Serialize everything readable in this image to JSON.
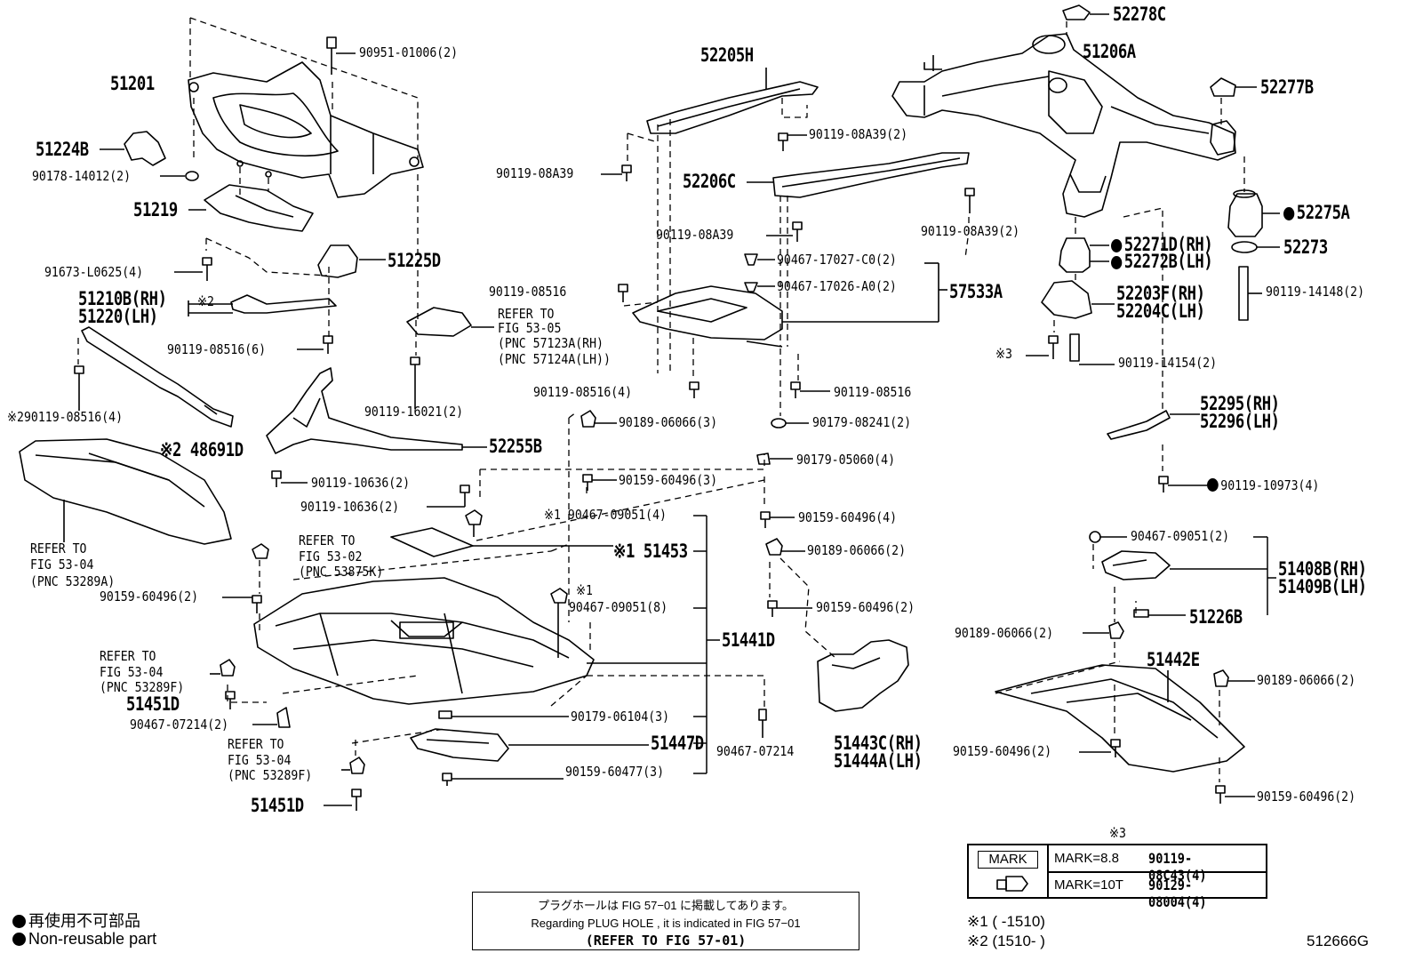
{
  "labels": {
    "p51201": "51201",
    "p90951": "90951-01006(2)",
    "p51224B": "51224B",
    "p90178": "90178-14012(2)",
    "p51219": "51219",
    "p91673": "91673-L0625(4)",
    "p51225D": "51225D",
    "p51210B": "51210B(RH)",
    "p51220": "51220(LH)",
    "p_x2a": "※2",
    "p90119_08516_6": "90119-08516(6)",
    "p_refer_5305a": "REFER TO",
    "p_refer_5305b": "FIG 53-05",
    "p_refer_5305c": "(PNC 57123A(RH)",
    "p_refer_5305d": "(PNC 57124A(LH))",
    "p90119_16021": "90119-16021(2)",
    "p_x2_90119": "※290119-08516(4)",
    "p48691D": "※2 48691D",
    "p52255B": "52255B",
    "p90119_10636a": "90119-10636(2)",
    "p90119_10636b": "90119-10636(2)",
    "p_refer_5304a_1": "REFER TO",
    "p_refer_5304a_2": "FIG 53-04",
    "p_refer_5304a_3": "(PNC 53289A)",
    "p_refer_5302_1": "REFER TO",
    "p_refer_5302_2": "FIG 53-02",
    "p_refer_5302_3": "(PNC 53875K)",
    "p90159_60496_2a": "90159-60496(2)",
    "p_refer_5304f_1": "REFER TO",
    "p_refer_5304f_2": "FIG 53-04",
    "p_refer_5304f_3": "(PNC 53289F)",
    "p51451D_a": "51451D",
    "p90467_07214_2": "90467-07214(2)",
    "p_refer_5304f2_1": "REFER TO",
    "p_refer_5304f2_2": "FIG 53-04",
    "p_refer_5304f2_3": "(PNC 53289F)",
    "p51451D_b": "51451D",
    "p52205H": "52205H",
    "p90119_08A39_2a": "90119-08A39(2)",
    "p90119_08A39": "90119-08A39",
    "p52206C": "52206C",
    "p90119_08A39_2b": "90119-08A39(2)",
    "p90119_08A39_c": "90119-08A39",
    "p90467_17027": "90467-17027-C0(2)",
    "p90467_17026": "90467-17026-A0(2)",
    "p57533A": "57533A",
    "p90119_08516_left": "90119-08516",
    "p90119_08516_4": "90119-08516(4)",
    "p90119_08516_right": "90119-08516",
    "p90189_06066_3": "90189-06066(3)",
    "p90179_08241": "90179-08241(2)",
    "p90159_60496_3": "90159-60496(3)",
    "p90179_05060": "90179-05060(4)",
    "p90159_60496_4": "90159-60496(4)",
    "p_x1_90467_4": "※1 90467-09051(4)",
    "p_x1_51453": "※1 51453",
    "p90189_06066_2a": "90189-06066(2)",
    "p_x1_small": "※1",
    "p90467_09051_8": "90467-09051(8)",
    "p90159_60496_2b": "90159-60496(2)",
    "p51441D": "51441D",
    "p90179_06104": "90179-06104(3)",
    "p51447D": "51447D",
    "p90467_07214": "90467-07214",
    "p90159_60477": "90159-60477(3)",
    "p51443C": "51443C(RH)",
    "p51444A": "51444A(LH)",
    "p52278C": "52278C",
    "p51206A": "51206A",
    "p52277B": "52277B",
    "p52275A": "52275A",
    "p52271D": "52271D(RH)",
    "p52272B": "52272B(LH)",
    "p52273": "52273",
    "p52203F": "52203F(RH)",
    "p52204C": "52204C(LH)",
    "p90119_14148": "90119-14148(2)",
    "p_x3": "※3",
    "p90119_14154": "90119-14154(2)",
    "p52295": "52295(RH)",
    "p52296": "52296(LH)",
    "p90119_10973": "90119-10973(4)",
    "p90467_09051_2": "90467-09051(2)",
    "p51408B": "51408B(RH)",
    "p51409B": "51409B(LH)",
    "p51226B": "51226B",
    "p90189_06066_2b": "90189-06066(2)",
    "p51442E": "51442E",
    "p90189_06066_2c": "90189-06066(2)",
    "p90159_60496_2c": "90159-60496(2)",
    "p90159_60496_2d": "90159-60496(2)"
  },
  "mark_table": {
    "note": "※3",
    "header": "MARK",
    "row1_mark": "MARK=8.8",
    "row1_part": "90119-08C43(4)",
    "row2_mark": "MARK=10T",
    "row2_part": "90129-08004(4)"
  },
  "footnotes": {
    "x1": "※1 (       -1510)",
    "x2": "※2 (1510-       )"
  },
  "plug_note": {
    "jp": "プラグホールは FIG 57−01 に掲載してあります。",
    "en": "Regarding  PLUG  HOLE , it is indicated  in  FIG  57−01",
    "ref": "(REFER  TO  FIG  57-01)"
  },
  "legend": {
    "jp": "再使用不可部品",
    "en": "Non-reusable part"
  },
  "figure_id": "512666G"
}
